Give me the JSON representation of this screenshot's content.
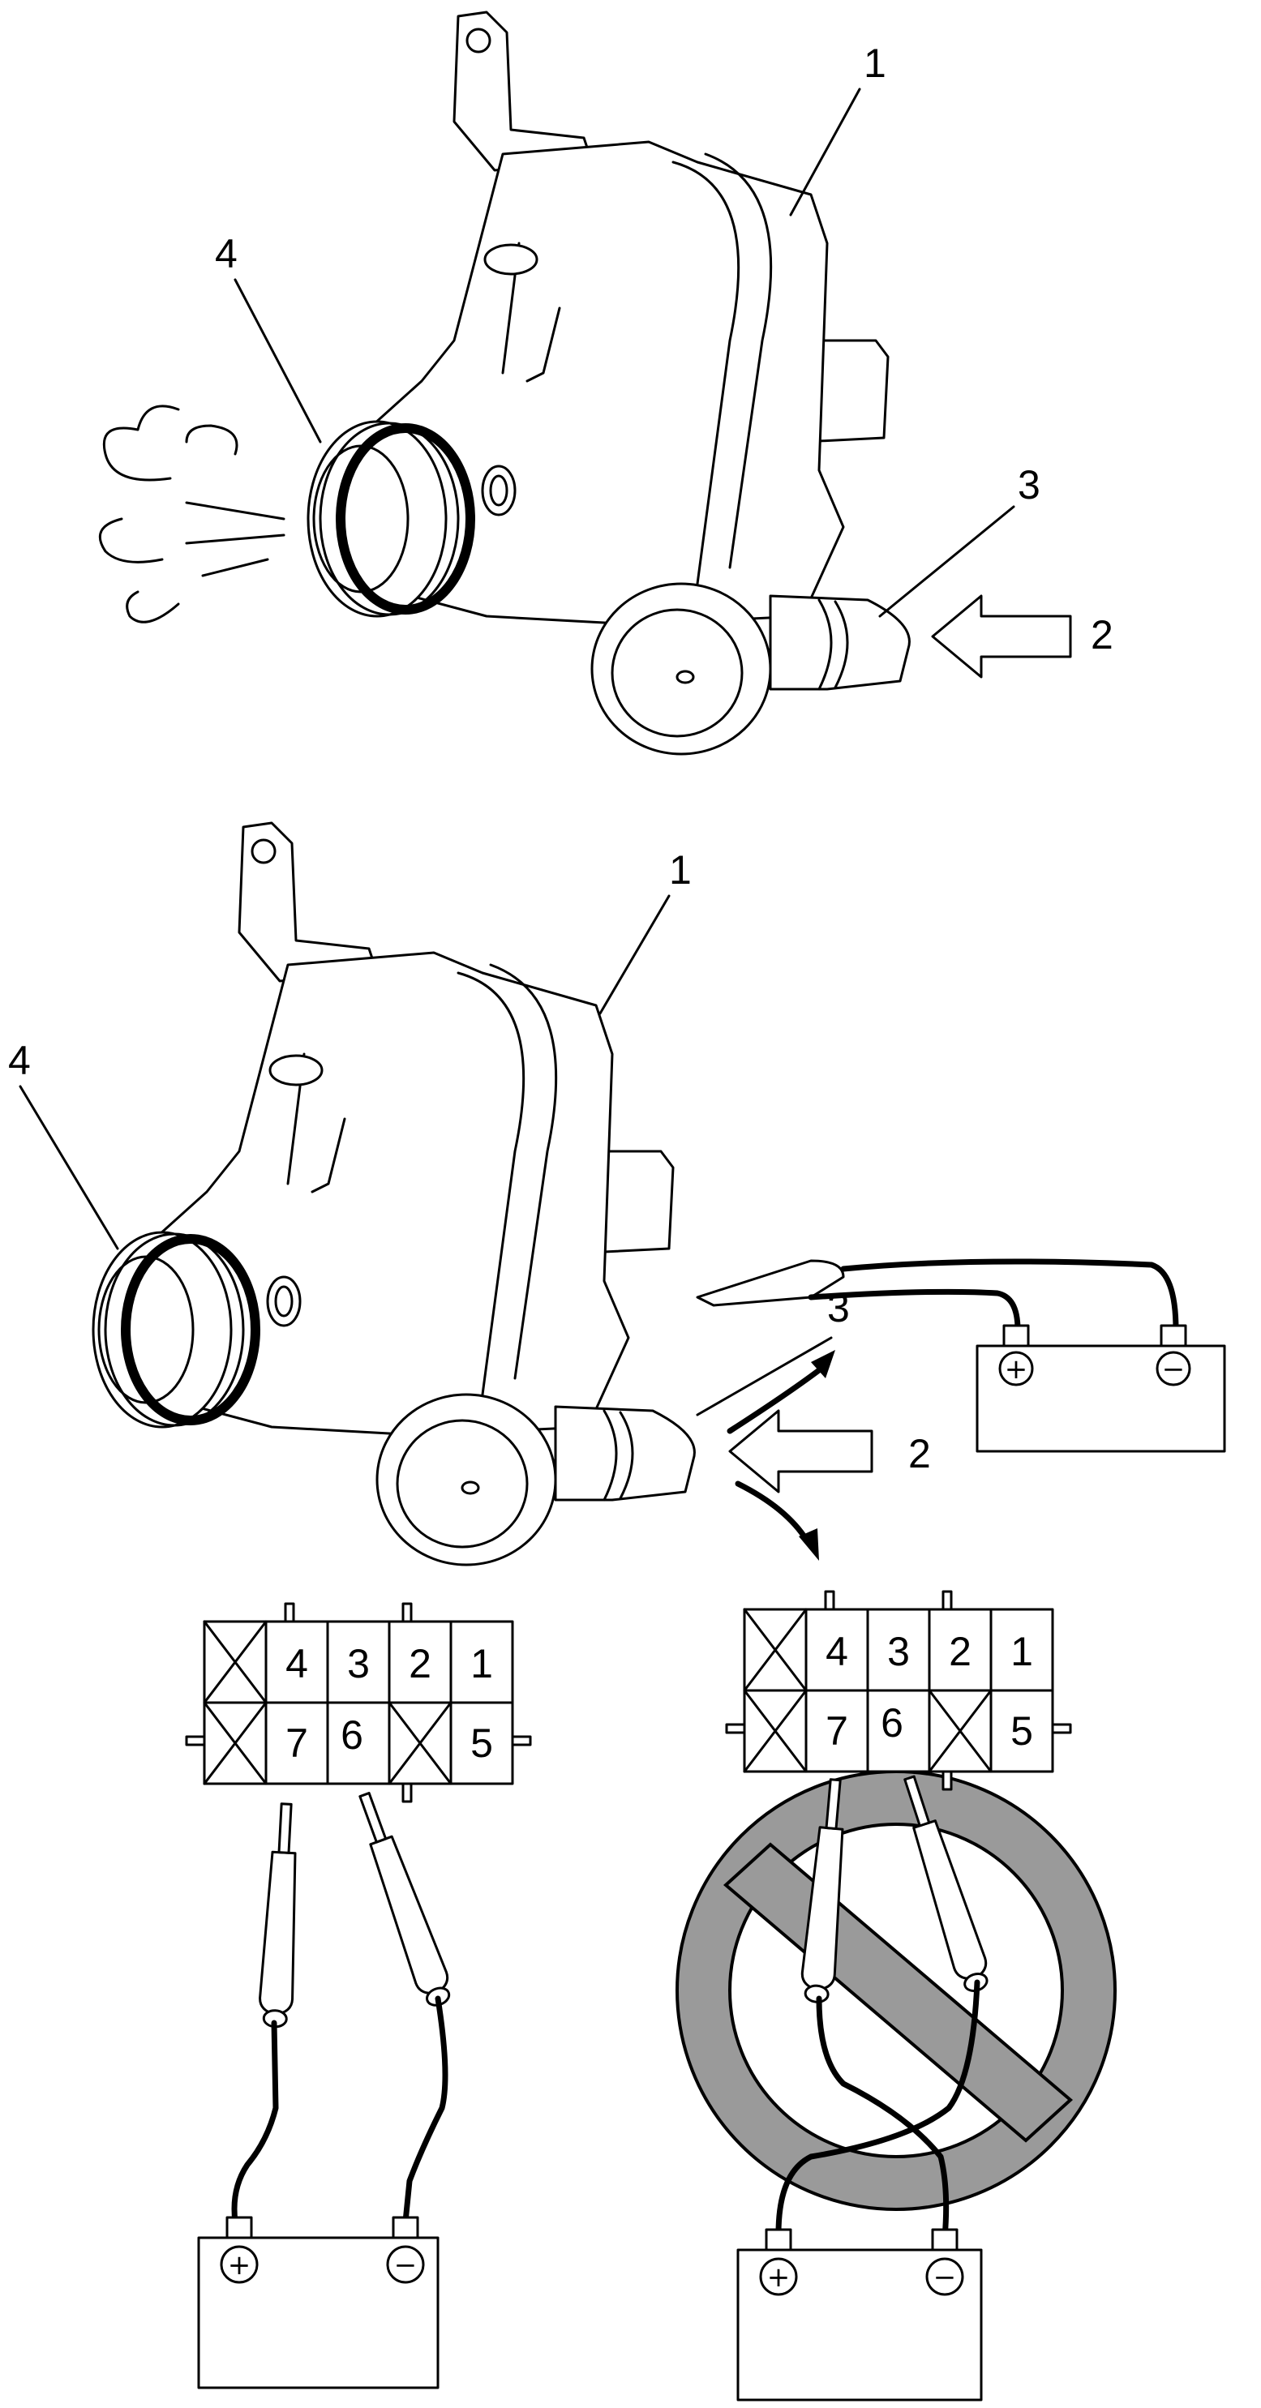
{
  "callouts": {
    "top": {
      "c1": "1",
      "c2": "2",
      "c3": "3",
      "c4": "4"
    },
    "middle": {
      "c1": "1",
      "c2": "2",
      "c3": "3",
      "c4": "4"
    }
  },
  "connectors": {
    "correct": {
      "top_row": [
        "4",
        "3",
        "2",
        "1"
      ],
      "bottom_row": [
        "7",
        "6",
        "5"
      ]
    },
    "incorrect": {
      "top_row": [
        "4",
        "3",
        "2",
        "1"
      ],
      "bottom_row": [
        "7",
        "6",
        "5"
      ]
    }
  },
  "battery": {
    "plus": "⊕",
    "minus": "⊖"
  },
  "colors": {
    "line": "#000000",
    "prohibition_sign": "#9a9a9a"
  }
}
